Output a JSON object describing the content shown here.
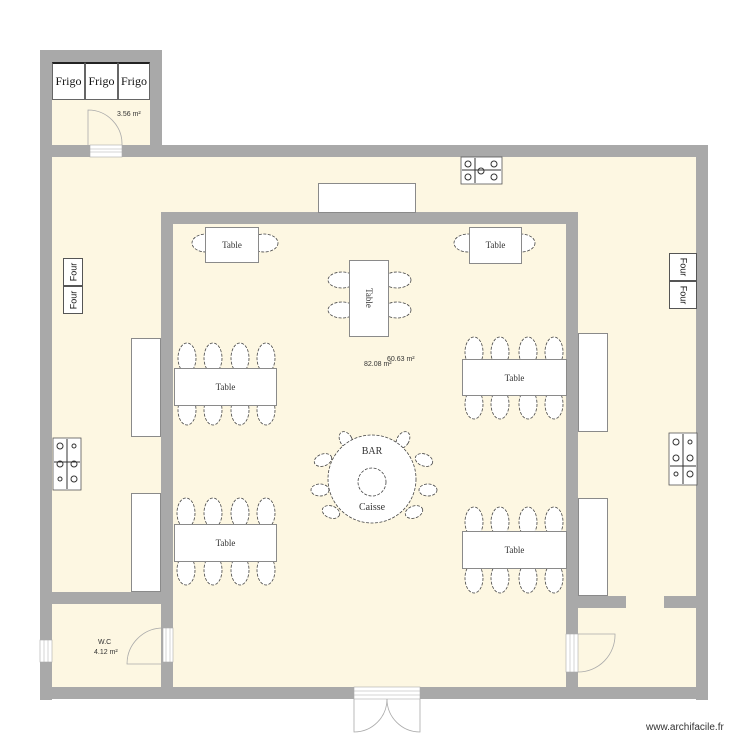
{
  "plan": {
    "watermark": "www.archifacile.fr",
    "rooms": {
      "cold_room": {
        "area": "3.56 m²",
        "fridges": [
          "Frigo",
          "Frigo",
          "Frigo"
        ]
      },
      "main_hall": {
        "area_outer": "82.08 m²",
        "area_inner": "60.63 m²"
      },
      "wc": {
        "name": "W.C",
        "area": "4.12 m²"
      }
    },
    "kitchen": {
      "ovens_left": [
        "Four",
        "Four"
      ],
      "ovens_right": [
        "Four",
        "Four"
      ]
    },
    "tables": {
      "top_left": "Table",
      "top_right": "Table",
      "center_vertical": "Table",
      "mid_left": "Table",
      "mid_right": "Table",
      "bottom_left": "Table",
      "bottom_right": "Table"
    },
    "bar": {
      "title": "BAR",
      "register": "Caisse"
    },
    "colors": {
      "wall": "#a9a9a9",
      "floor": "#fdf7e2",
      "furniture": "#ffffff"
    }
  }
}
